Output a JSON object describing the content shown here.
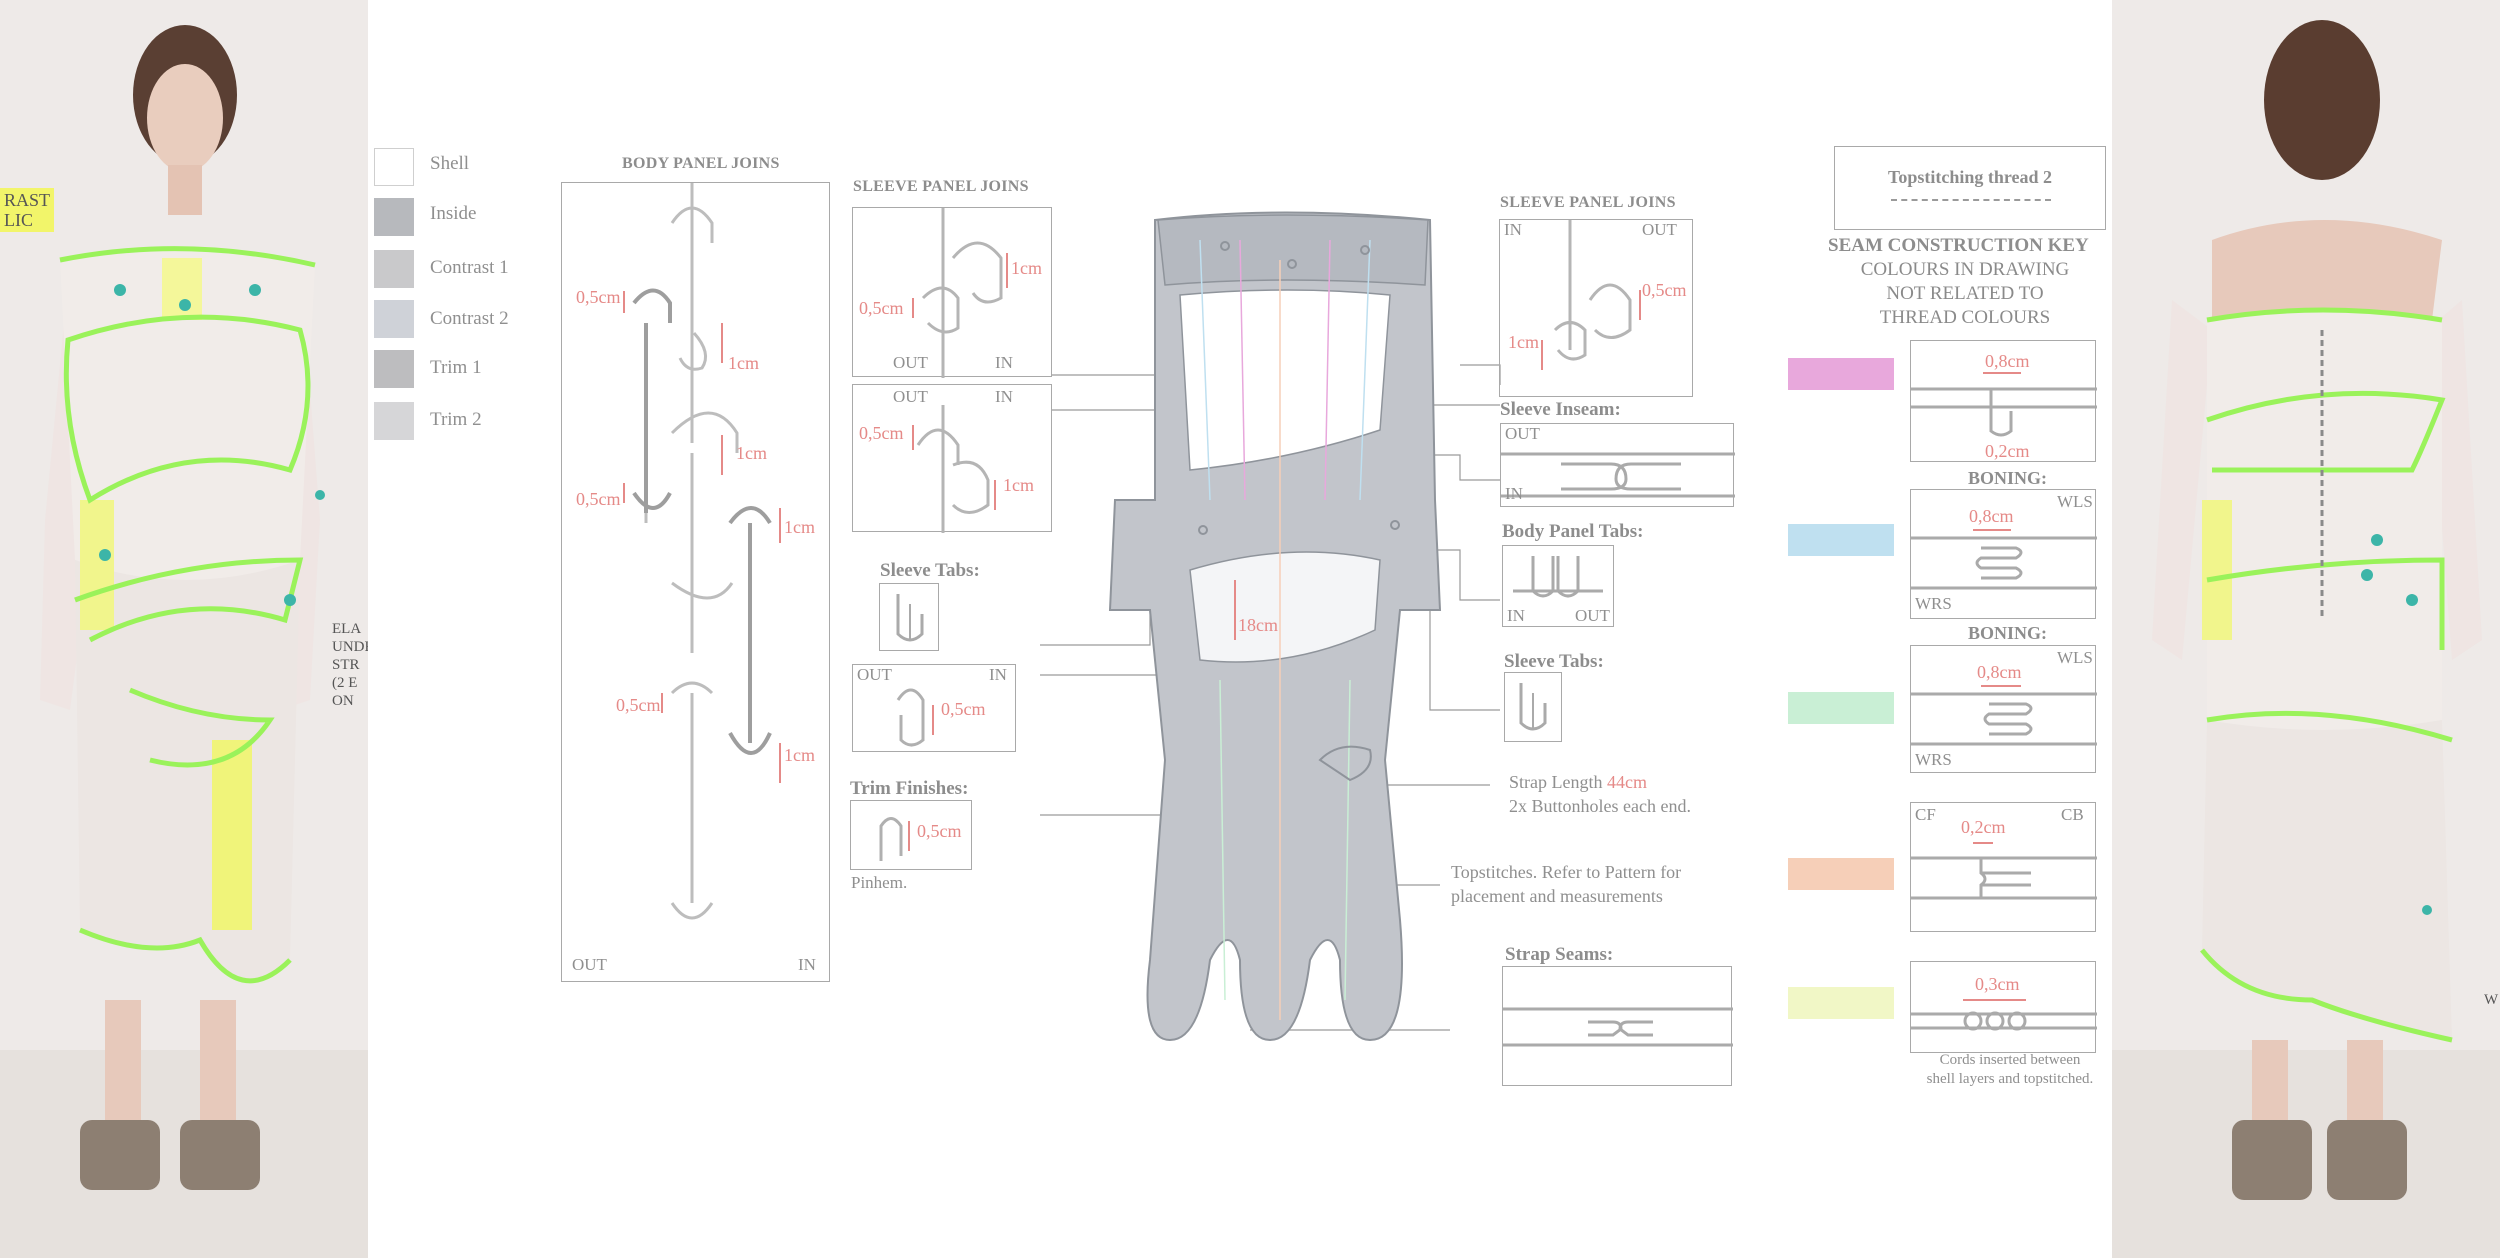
{
  "colors": {
    "shell": "#ffffff",
    "inside": "#b7b9bd",
    "contrast1": "#c9c9cb",
    "contrast2": "#cfd2d8",
    "trim1": "#bdbdbf",
    "trim2": "#d6d6d8",
    "code_pink": "#e8a8dc",
    "code_blue": "#bfe0f0",
    "code_green": "#c9efd5",
    "code_orange": "#f6cfb8",
    "code_yellow": "#f1f7c6",
    "dimension_red": "#e58a88",
    "neon_green": "#9af25a"
  },
  "photos": {
    "left_annotation_top": [
      "RAST",
      "LIC"
    ],
    "left_annotation_side": [
      "ELA",
      "UNDE",
      "STR",
      "(2 E",
      "ON"
    ],
    "right_annotation": "W"
  },
  "legend": {
    "items": [
      {
        "label": "Shell",
        "swatch": "shell"
      },
      {
        "label": "Inside",
        "swatch": "inside"
      },
      {
        "label": "Contrast 1",
        "swatch": "contrast1"
      },
      {
        "label": "Contrast 2",
        "swatch": "contrast2"
      },
      {
        "label": "Trim 1",
        "swatch": "trim1"
      },
      {
        "label": "Trim 2",
        "swatch": "trim2"
      }
    ]
  },
  "body_panel_joins": {
    "title": "BODY PANEL JOINS",
    "out": "OUT",
    "in": "IN",
    "dims": [
      "0,5cm",
      "1cm",
      "1cm",
      "0,5cm",
      "1cm",
      "0,5cm",
      "1cm"
    ]
  },
  "sleeve_panel_joins_left": {
    "title": "SLEEVE PANEL JOINS",
    "box1": {
      "dim_a": "0,5cm",
      "dim_b": "1cm",
      "out": "OUT",
      "in": "IN"
    },
    "box2": {
      "out": "OUT",
      "in": "IN",
      "dim_a": "0,5cm",
      "dim_b": "1cm"
    }
  },
  "sleeve_tabs_left": {
    "title": "Sleeve Tabs:"
  },
  "tab_box": {
    "out": "OUT",
    "in": "IN",
    "dim": "0,5cm"
  },
  "trim_finishes": {
    "title": "Trim Finishes:",
    "dim": "0,5cm",
    "note": "Pinhem."
  },
  "garment": {
    "length": "18cm"
  },
  "sleeve_panel_joins_right": {
    "title": "SLEEVE PANEL JOINS",
    "in": "IN",
    "out": "OUT",
    "dim_a": "0,5cm",
    "dim_b": "1cm"
  },
  "sleeve_inseam": {
    "title": "Sleeve Inseam:",
    "out": "OUT",
    "in": "IN"
  },
  "body_panel_tabs": {
    "title": "Body Panel Tabs:",
    "in": "IN",
    "out": "OUT"
  },
  "sleeve_tabs_right": {
    "title": "Sleeve Tabs:"
  },
  "strap": {
    "prefix": "Strap Length ",
    "length": "44cm",
    "line2": "2x Buttonholes each end."
  },
  "topstitch_note": {
    "line1": "Topstitches. Refer to Pattern for",
    "line2": "placement and measurements"
  },
  "strap_seams": {
    "title": "Strap Seams:"
  },
  "key": {
    "thread_label": "Topstitching thread 2",
    "title": "SEAM CONSTRUCTION KEY",
    "subtitle": [
      "COLOURS IN DRAWING",
      "NOT RELATED TO",
      "THREAD COLOURS"
    ],
    "panels": [
      {
        "dim_top": "0,8cm",
        "dim_bottom": "0,2cm"
      },
      {
        "title": "BONING:",
        "wls": "WLS",
        "wrs": "WRS",
        "dim": "0,8cm"
      },
      {
        "title": "BONING:",
        "wls": "WLS",
        "wrs": "WRS",
        "dim": "0,8cm"
      },
      {
        "cf": "CF",
        "cb": "CB",
        "dim": "0,2cm"
      },
      {
        "dim": "0,3cm",
        "note": [
          "Cords inserted between",
          "shell layers and topstitched."
        ]
      }
    ]
  }
}
